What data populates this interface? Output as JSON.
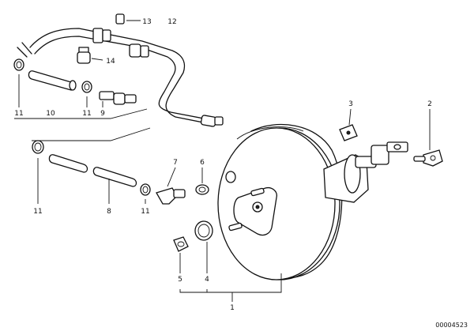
{
  "diagram": {
    "reference_number": "00004523",
    "callouts": {
      "c1": "1",
      "c2": "2",
      "c3": "3",
      "c4": "4",
      "c5": "5",
      "c6": "6",
      "c7": "7",
      "c8": "8",
      "c9": "9",
      "c10": "10",
      "c11a": "11",
      "c11b": "11",
      "c11c": "11",
      "c11d": "11",
      "c12": "12",
      "c13": "13",
      "c14": "14"
    }
  }
}
